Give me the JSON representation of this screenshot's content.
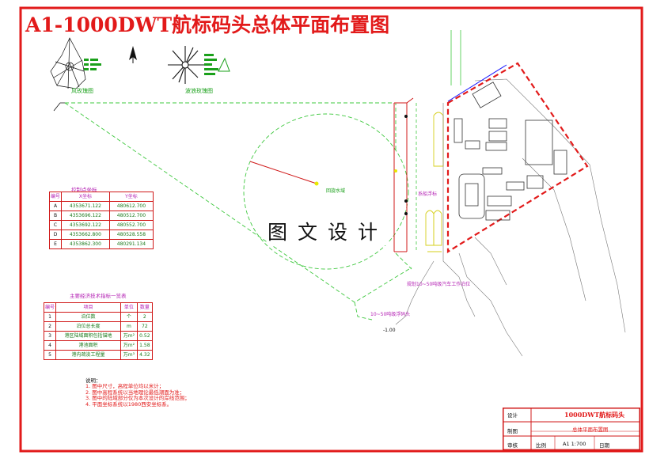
{
  "title": "A1-1000DWT航标码头总体平面布置图",
  "watermark": "图文设计",
  "rose_captions": [
    "风玫瑰图",
    "波浪玫瑰图"
  ],
  "labels": {
    "center_point": "回旋水域",
    "buoy_row": "系船浮标",
    "bottom_label_a": "规划10~50吨级汽车工作泊位",
    "bottom_label_b": "10~50吨级浮码头",
    "small_mark": "-1.00"
  },
  "control_table": {
    "title": "控制点坐标",
    "headers": [
      "编号",
      "X坐标",
      "Y坐标"
    ],
    "rows": [
      [
        "A",
        "4353671.122",
        "480612.700"
      ],
      [
        "B",
        "4353696.122",
        "480512.700"
      ],
      [
        "C",
        "4353692.122",
        "480552.700"
      ],
      [
        "D",
        "4353662.800",
        "480528.558"
      ],
      [
        "E",
        "4353862.300",
        "480291.134"
      ]
    ]
  },
  "quantity_table": {
    "title": "主要经济技术指标一览表",
    "headers": [
      "编号",
      "项目",
      "单位",
      "数量"
    ],
    "rows": [
      [
        "1",
        "泊位数",
        "个",
        "2"
      ],
      [
        "2",
        "泊位总长度",
        "m",
        "72"
      ],
      [
        "3",
        "港区陆域面积包括锚地",
        "万m²",
        "0.52"
      ],
      [
        "4",
        "港池面积",
        "万m²",
        "1.58"
      ],
      [
        "5",
        "港内疏浚工程量",
        "万m³",
        "4.32"
      ]
    ]
  },
  "notes": {
    "heading": "说明：",
    "items": [
      "1. 图中尺寸，高程单位均以米计；",
      "2. 图中高程系统以当地理论最低潮面为准；",
      "3. 图中的陆域部分仅为本次设计的岸线范围；",
      "4. 平面坐标系统以1980西安坐标系。"
    ]
  },
  "title_block": {
    "project": "1000DWT航标码头",
    "drawing": "总体平面布置图",
    "row_labels": [
      "设计",
      "制图",
      "审核"
    ],
    "scale_label": "比例",
    "scale_value": "A1 1:700",
    "date_label": "日期"
  },
  "colors": {
    "frame": "#e21a1a",
    "channel": "#3ec83e",
    "structure": "#d01818",
    "notes": "#e21a1a"
  }
}
